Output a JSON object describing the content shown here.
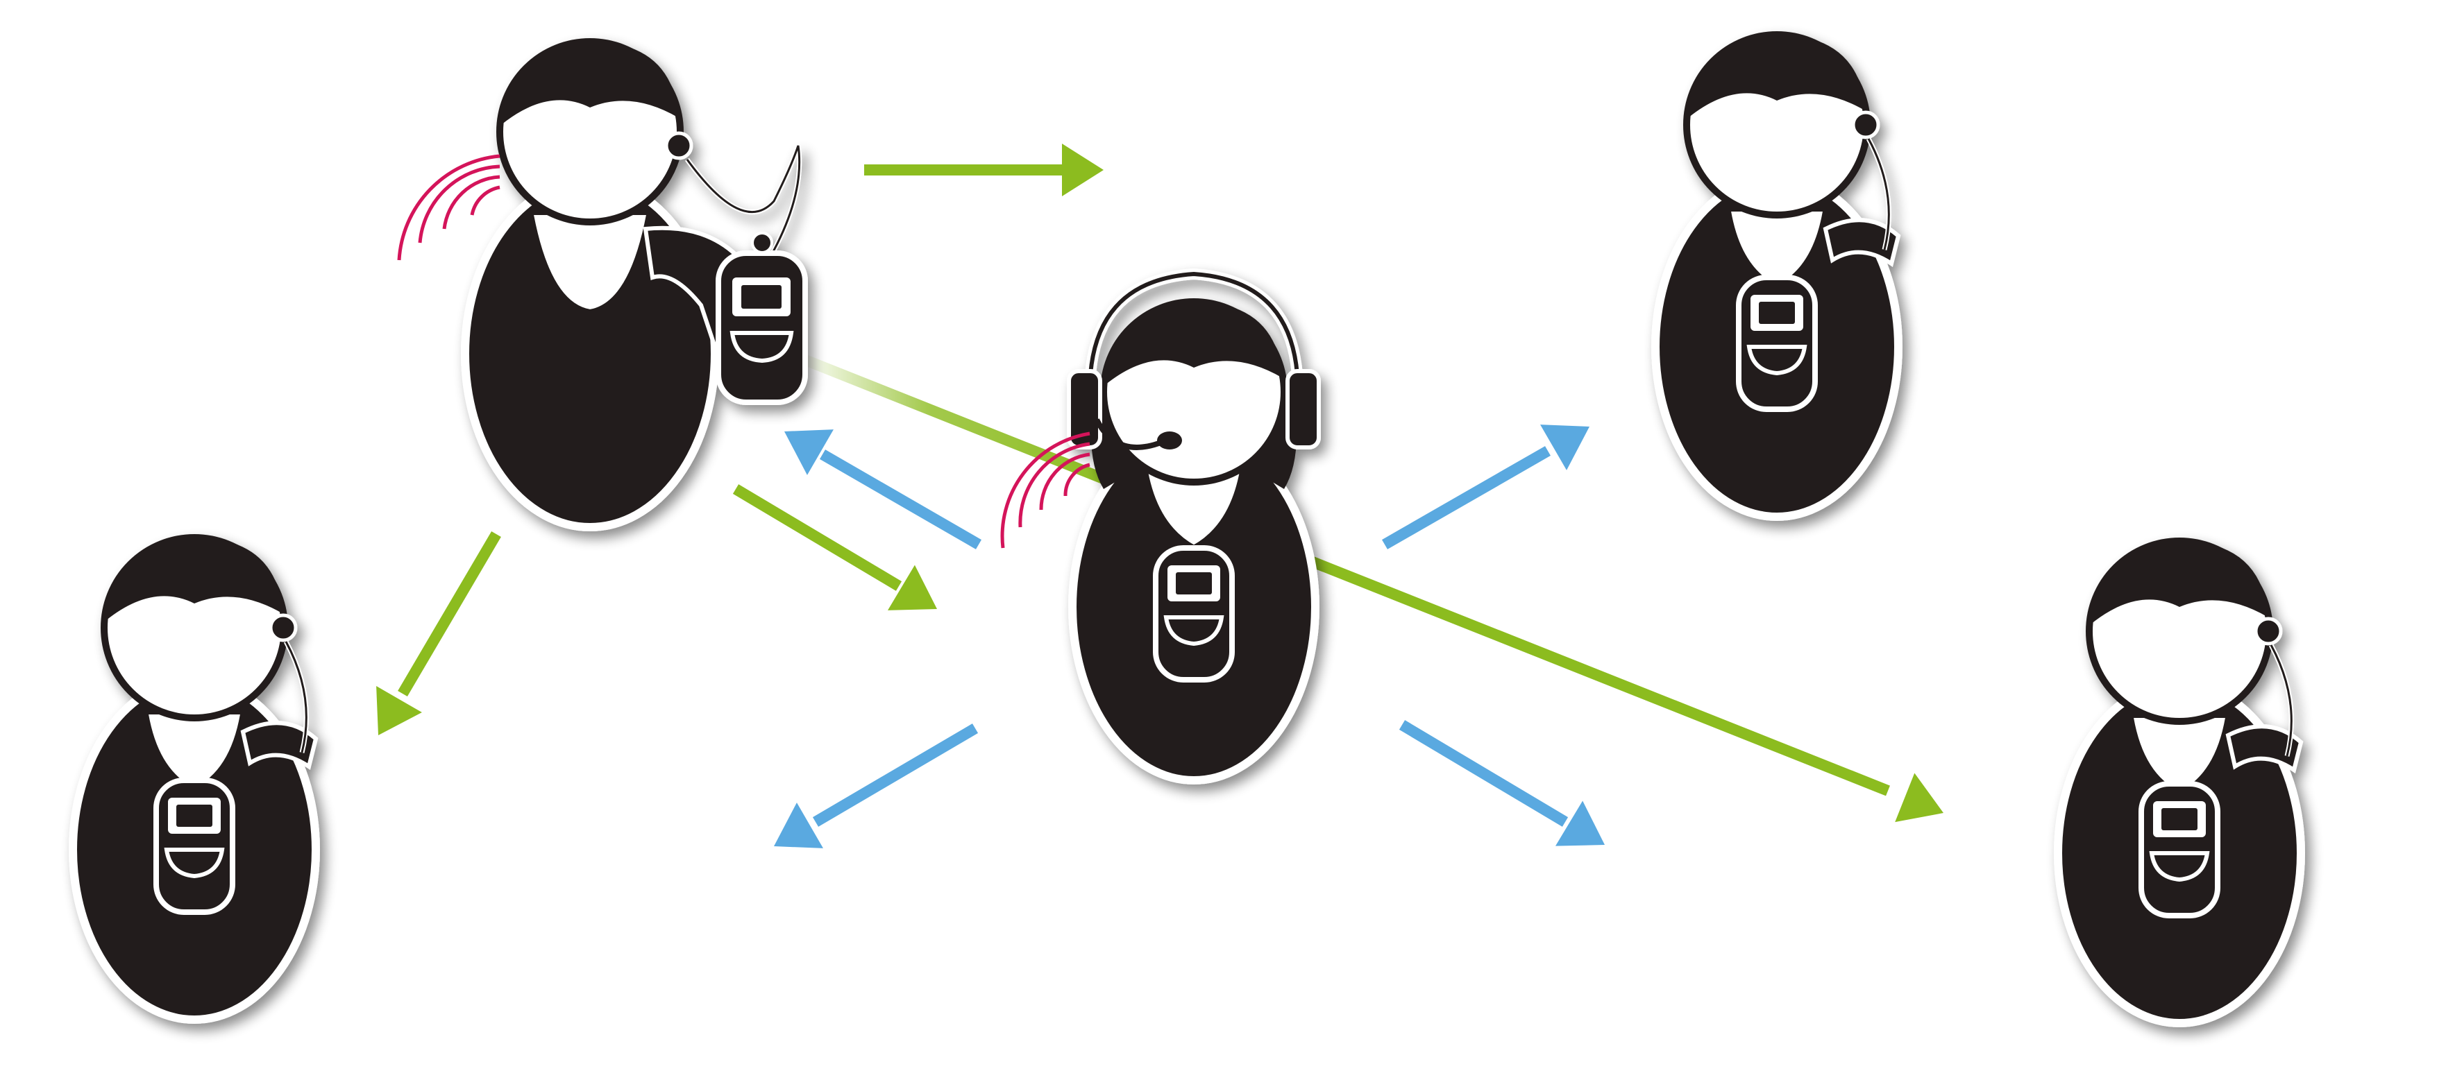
{
  "diagram": {
    "kind": "illustration",
    "people": [
      {
        "role": "speaker",
        "device": "handheld-transmitter",
        "headset": "ear-hook",
        "speaking": true
      },
      {
        "role": "interpreter",
        "device": "body-pack",
        "headset": "headphones-with-mic",
        "speaking": true
      },
      {
        "role": "listener",
        "device": "body-pack",
        "headset": "ear-hook",
        "speaking": false
      },
      {
        "role": "listener",
        "device": "body-pack",
        "headset": "ear-hook",
        "speaking": false
      },
      {
        "role": "listener",
        "device": "body-pack",
        "headset": "ear-hook",
        "speaking": false
      }
    ],
    "arrow_groups": [
      {
        "name": "speaker-broadcast",
        "color": "#8cbc1f",
        "count": 4
      },
      {
        "name": "interpreter-broadcast",
        "color": "#5aa9e0",
        "count": 4
      }
    ],
    "colors": {
      "figure": "#231f1c",
      "outline": "#ffffff",
      "speech_waves": "#d4145a",
      "green_arrow": "#8cbc1f",
      "blue_arrow": "#5aa9e0"
    }
  }
}
